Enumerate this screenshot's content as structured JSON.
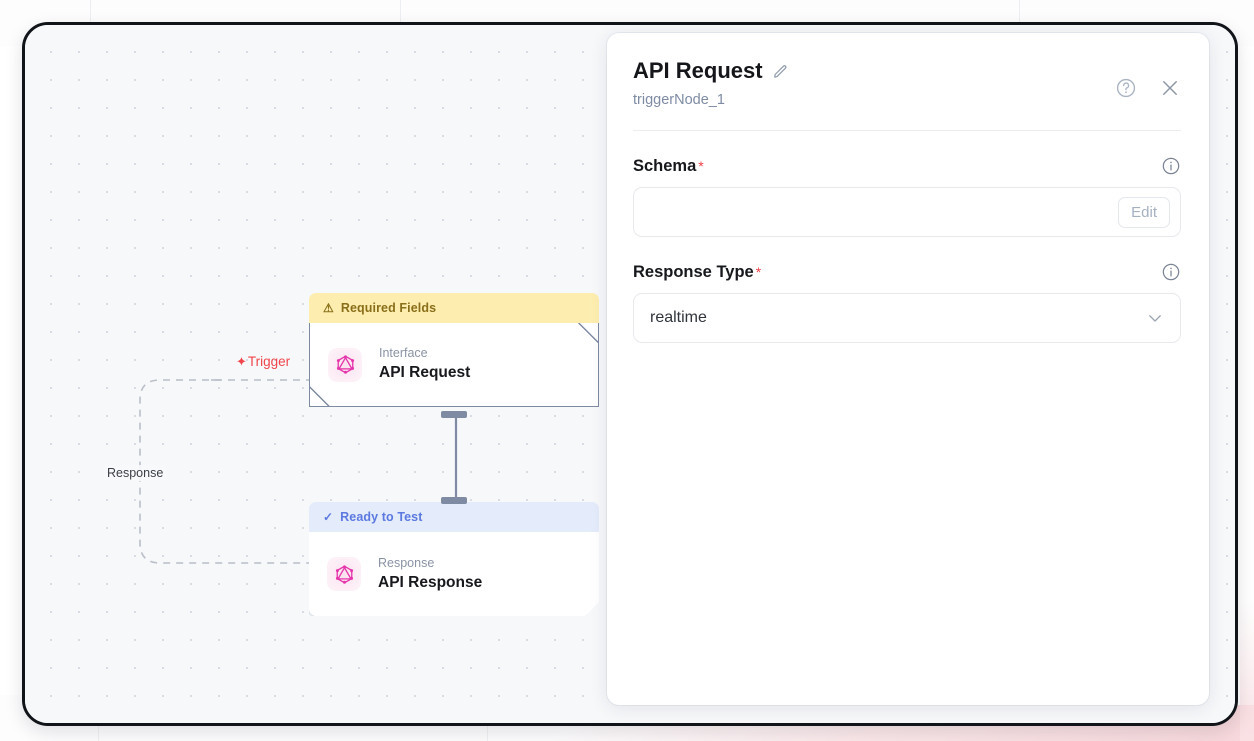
{
  "canvas": {
    "edges": [
      {
        "label": "Trigger",
        "icon": "lightning-bolt-icon",
        "color": "#f0454b"
      },
      {
        "label": "Response",
        "icon": "",
        "color": "#3b3f46"
      }
    ],
    "nodes": [
      {
        "id": "api-request",
        "status_label": "Required Fields",
        "status_icon": "warning-triangle-icon",
        "status_kind": "warning",
        "kind": "Interface",
        "title": "API Request",
        "icon": "graphql-icon"
      },
      {
        "id": "api-response",
        "status_label": "Ready to Test",
        "status_icon": "check-icon",
        "status_kind": "ready",
        "kind": "Response",
        "title": "API Response",
        "icon": "graphql-icon"
      }
    ]
  },
  "panel": {
    "title": "API Request",
    "edit_icon": "pencil-icon",
    "subtitle": "triggerNode_1",
    "help_icon": "question-circle-icon",
    "close_icon": "close-icon",
    "fields": [
      {
        "label": "Schema",
        "required_marker": "*",
        "info_icon": "info-circle-icon",
        "control": "input-with-button",
        "value": "",
        "placeholder": "",
        "button_label": "Edit"
      },
      {
        "label": "Response Type",
        "required_marker": "*",
        "info_icon": "info-circle-icon",
        "control": "select",
        "value": "realtime",
        "chevron_icon": "chevron-down-icon"
      }
    ]
  },
  "colors": {
    "required_asterisk": "#ef4048",
    "warning_banner_bg": "#fdeeb0",
    "warning_banner_text": "#8a6f1a",
    "ready_banner_bg": "#e4ebfb",
    "ready_banner_text": "#5b79e0",
    "node_border": "#7e8ba3",
    "graphql_pink": "#e535ab",
    "trigger_red": "#f0454b",
    "canvas_bg": "#f7f8fa",
    "frame_border": "#111418"
  }
}
